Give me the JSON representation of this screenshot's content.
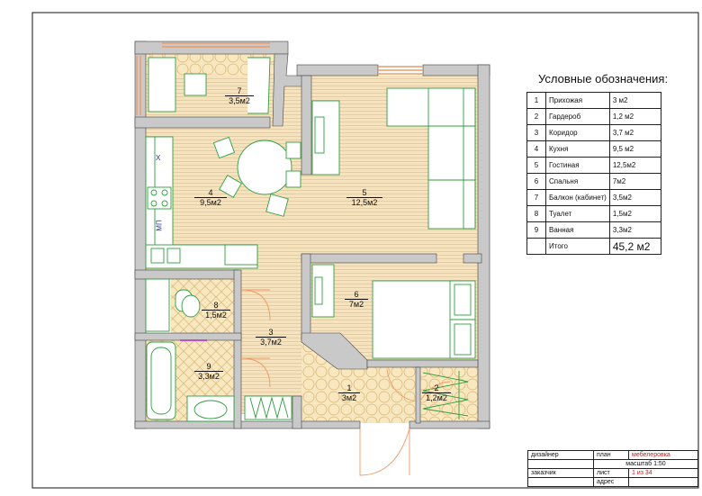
{
  "legend": {
    "title": "Условные обозначения:",
    "rows": [
      {
        "n": "1",
        "name": "Прихожая",
        "area": "3 м2"
      },
      {
        "n": "2",
        "name": "Гардероб",
        "area": "1,2 м2"
      },
      {
        "n": "3",
        "name": "Коридор",
        "area": "3,7 м2"
      },
      {
        "n": "4",
        "name": "Кухня",
        "area": "9,5 м2"
      },
      {
        "n": "5",
        "name": "Гостиная",
        "area": "12,5м2"
      },
      {
        "n": "6",
        "name": "Спальня",
        "area": "7м2"
      },
      {
        "n": "7",
        "name": "Балкон (кабинет)",
        "area": "3,5м2"
      },
      {
        "n": "8",
        "name": "Туалет",
        "area": "1,5м2"
      },
      {
        "n": "9",
        "name": "Ванная",
        "area": "3,3м2"
      }
    ],
    "total_label": "Итого",
    "total_value": "45,2 м2"
  },
  "rooms": [
    {
      "num": "1",
      "area": "3м2"
    },
    {
      "num": "2",
      "area": "1,2м2"
    },
    {
      "num": "3",
      "area": "3,7м2"
    },
    {
      "num": "4",
      "area": "9,5м2"
    },
    {
      "num": "5",
      "area": "12,5м2"
    },
    {
      "num": "6",
      "area": "7м2"
    },
    {
      "num": "7",
      "area": "3,5м2"
    },
    {
      "num": "8",
      "area": "1,5м2"
    },
    {
      "num": "9",
      "area": "3,3м2"
    }
  ],
  "appliance_labels": {
    "microwave": "МП",
    "hood": "X"
  },
  "stamp": {
    "designer_label": "дизайнер",
    "plan_label": "план",
    "plan_value": "мебелеровка",
    "scale": "масштаб 1:50",
    "client_label": "заказчик",
    "sheet_label": "лист",
    "sheet_value": "1 из 34",
    "address_label": "адрес"
  },
  "colors": {
    "wall": "#c8c8c8",
    "furniture": "#2e9e3e",
    "wood": "#f3dcb2",
    "tile": "#f7e4b8",
    "window": "#f0a070",
    "stamp_red": "#c02020"
  }
}
